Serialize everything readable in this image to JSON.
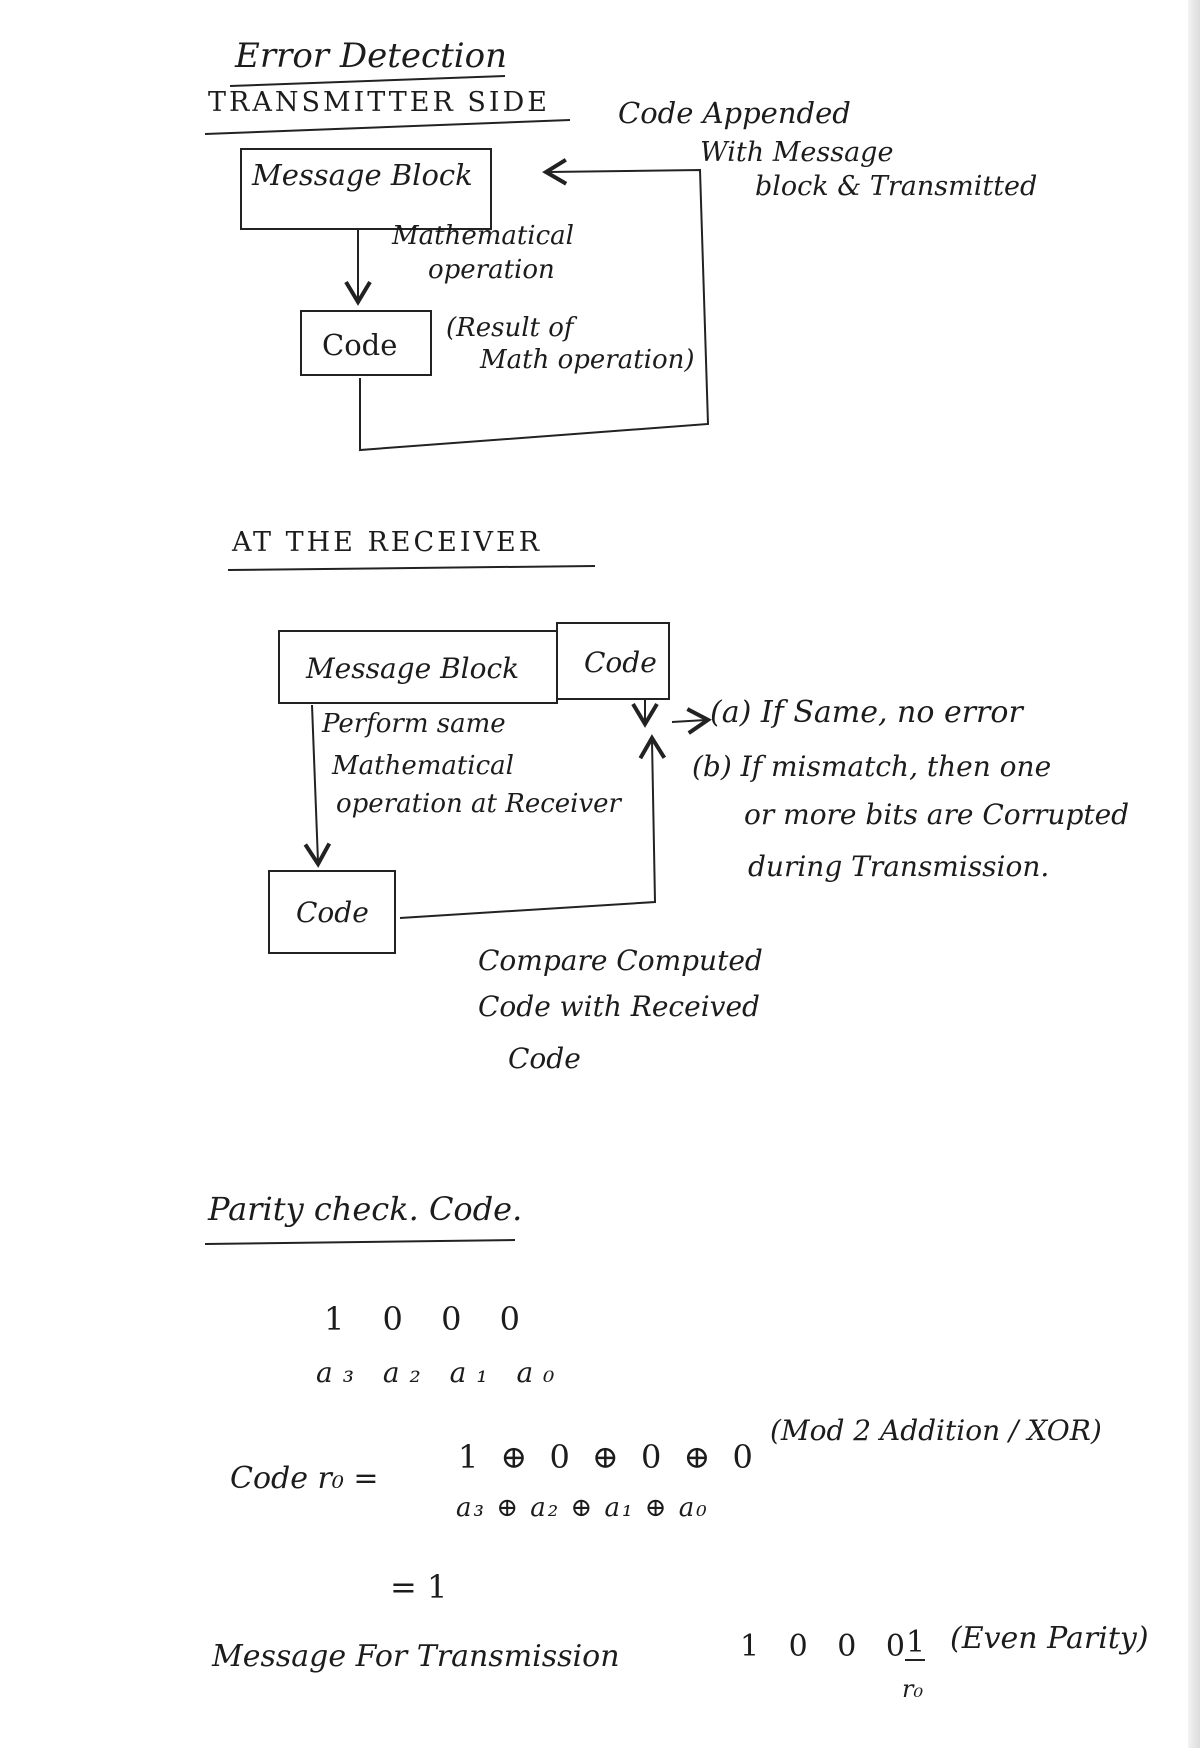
{
  "title": "Error Detection",
  "transmitter": {
    "heading": "TRANSMITTER SIDE",
    "message_block": "Message Block",
    "operation_line1": "Mathematical",
    "operation_line2": "operation",
    "code": "Code",
    "result_line1": "(Result of",
    "result_line2": "Math operation)",
    "append_line1": "Code Appended",
    "append_line2": "With Message",
    "append_line3": "block & Transmitted"
  },
  "receiver": {
    "heading": "AT THE RECEIVER",
    "message_block": "Message Block",
    "code_received": "Code",
    "perform_line1": "Perform same",
    "perform_line2": "Mathematical",
    "perform_line3": "operation at Receiver",
    "code_computed": "Code",
    "case_a": "(a) If Same, no error",
    "case_b_line1": "(b) If mismatch, then one",
    "case_b_line2": "or more bits are Corrupted",
    "case_b_line3": "during Transmission.",
    "compare_line1": "Compare Computed",
    "compare_line2": "Code with Received",
    "compare_line3": "Code"
  },
  "parity": {
    "heading": "Parity check. Code.",
    "bits": "1 0 0 0",
    "bit_labels": "a₃ a₂ a₁ a₀",
    "code_label": "Code r₀ =",
    "expr_values": "1 ⊕ 0 ⊕ 0 ⊕ 0",
    "expr_note": "(Mod 2 Addition / XOR)",
    "expr_symbols": "a₃ ⊕ a₂ ⊕ a₁ ⊕ a₀",
    "result": "= 1",
    "message_label": "Message For Transmission",
    "message_bits": "1 0 0 0",
    "parity_bit": "1",
    "parity_bit_label": "r₀",
    "parity_note": "(Even Parity)"
  }
}
